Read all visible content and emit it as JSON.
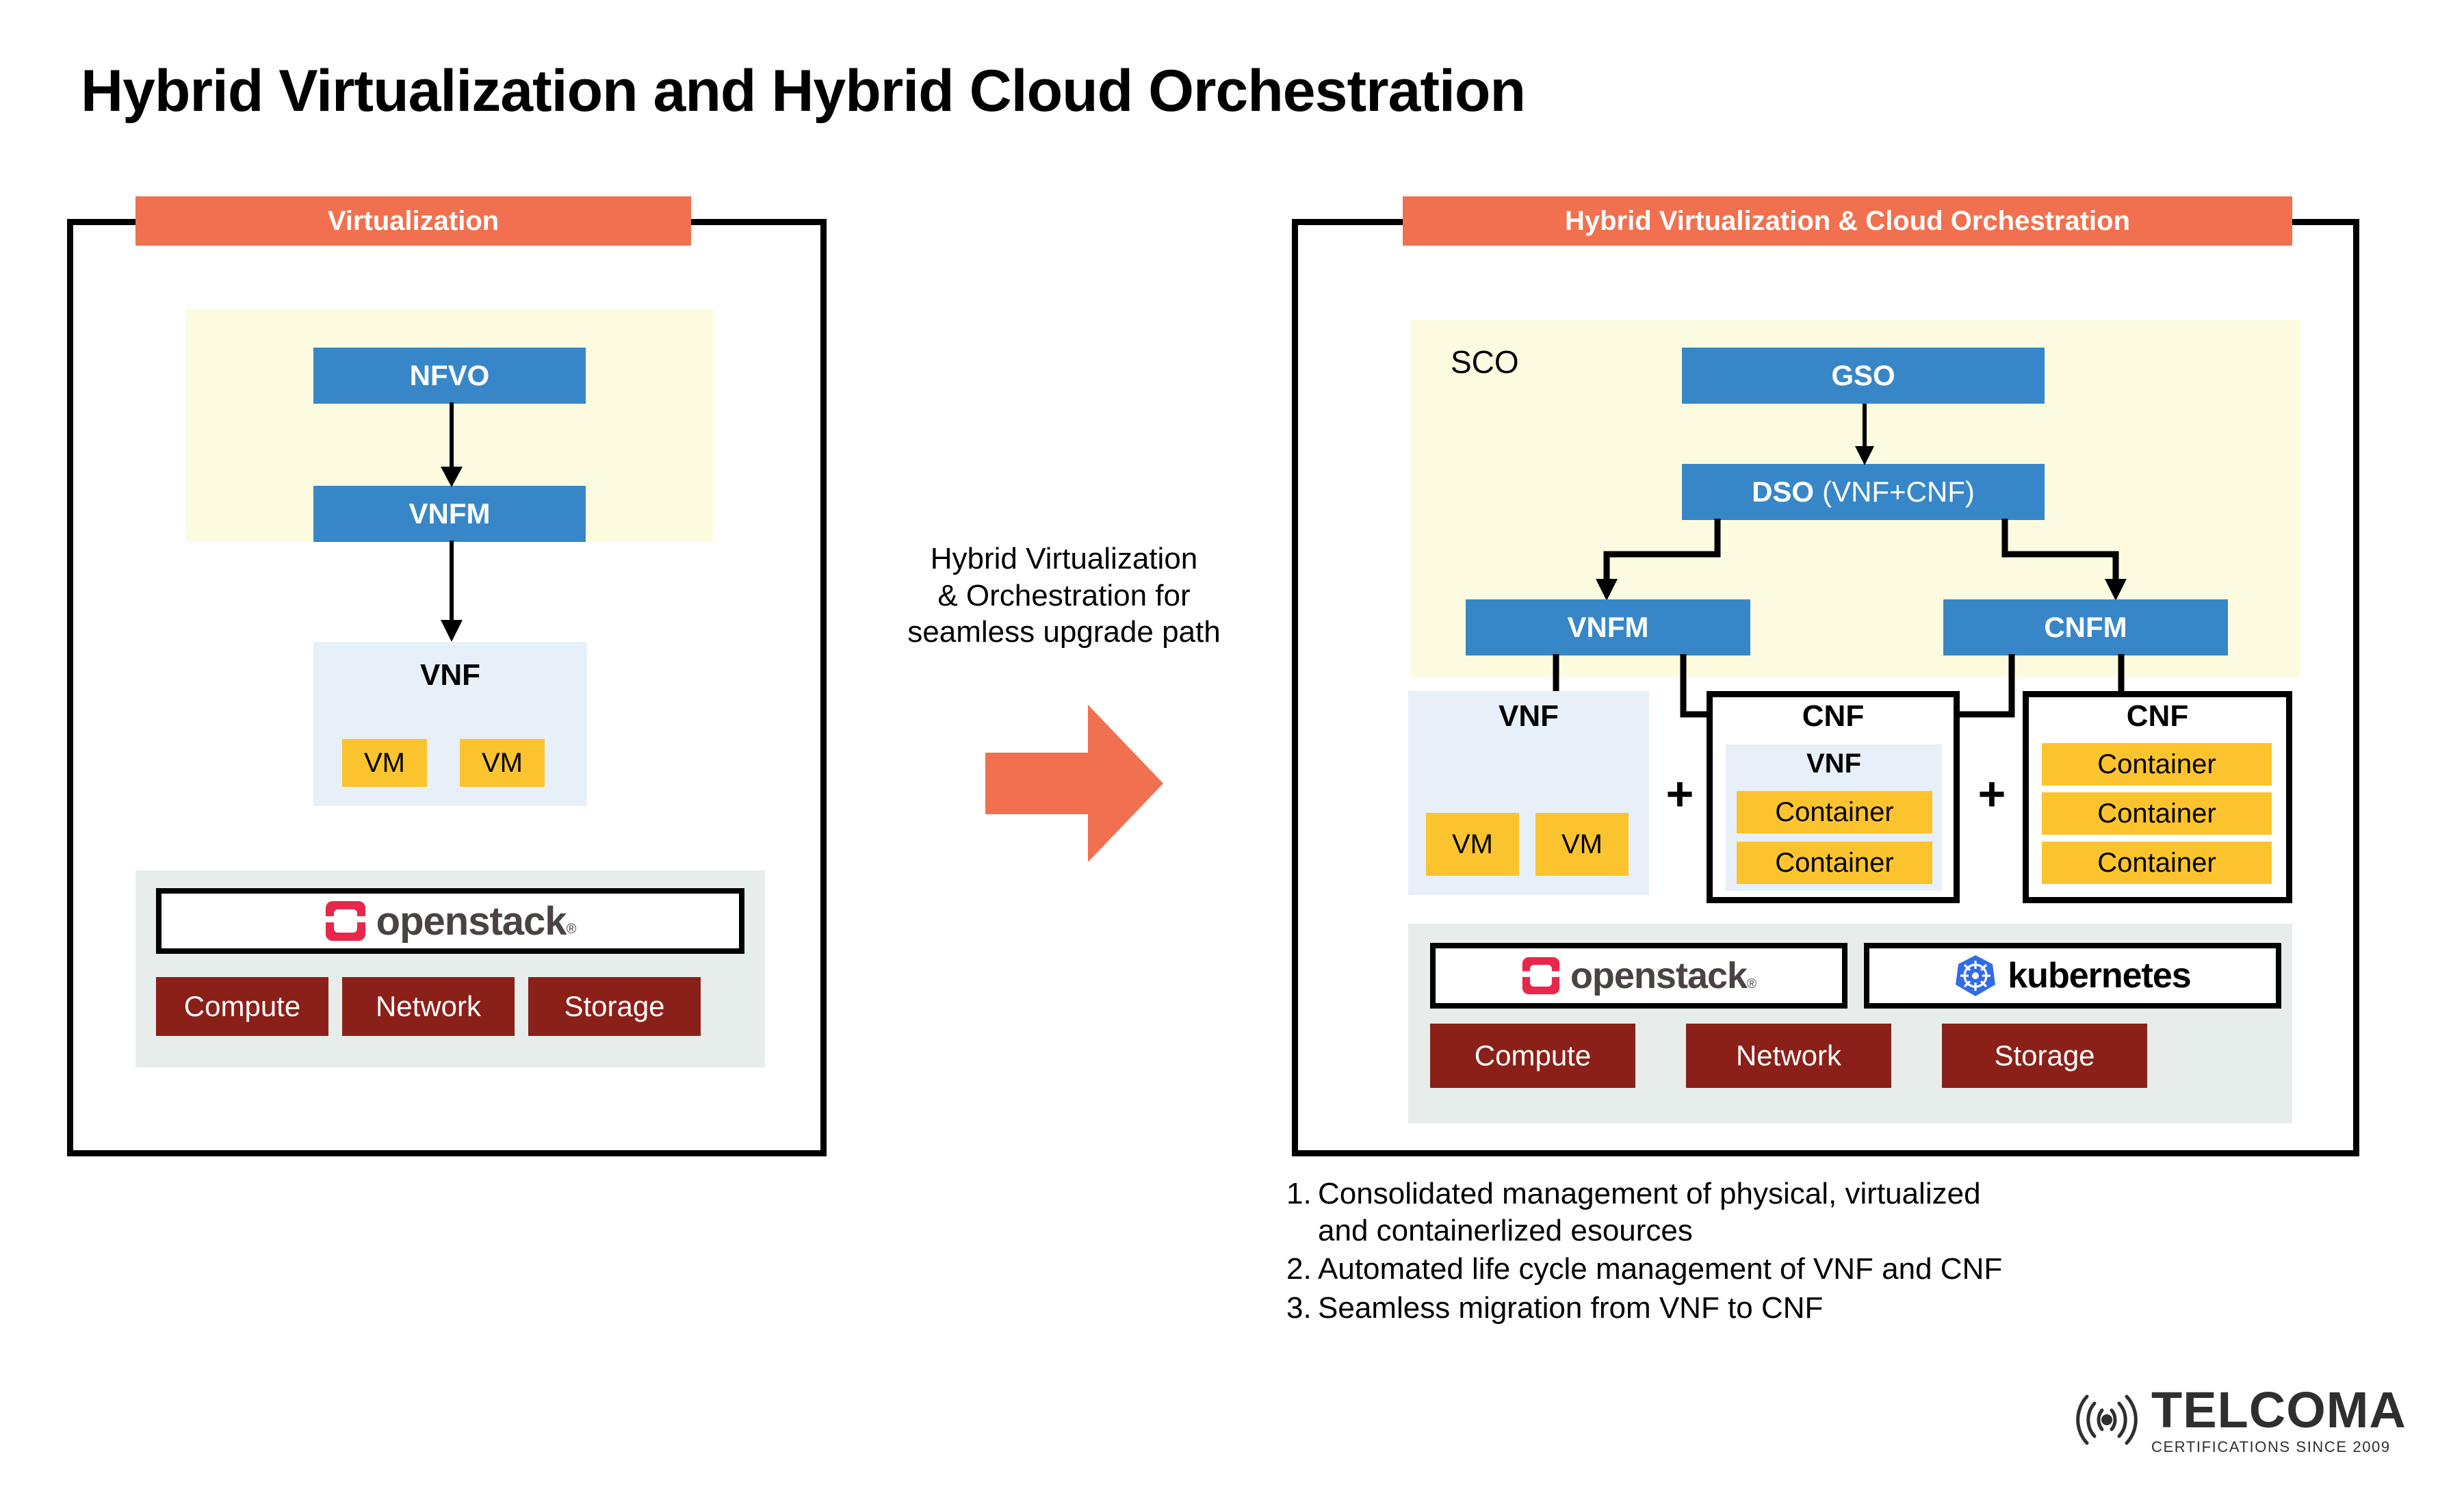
{
  "page_title": "Hybrid Virtualization and Hybrid Cloud Orchestration",
  "colors": {
    "header_orange": "#F1704F",
    "blue_box": "#3787C8",
    "yellow_zone": "#FCFBE0",
    "vm_yellow": "#FBC42E",
    "vnf_blue_tint": "#E7EFF8",
    "infra_zone": "#E6EDEA",
    "infra_chip_red": "#8B2019",
    "openstack_red": "#E8274B",
    "kubernetes_blue": "#326CE5",
    "border_black": "#000000"
  },
  "left_panel": {
    "header": "Virtualization",
    "orchestration": {
      "nfvo": "NFVO",
      "vnfm": "VNFM"
    },
    "vnf": {
      "label": "VNF",
      "vms": [
        "VM",
        "VM"
      ]
    },
    "infrastructure": {
      "platform_logo": "openstack",
      "platform_name": "openstack",
      "platform_mark": "®",
      "resources": [
        "Compute",
        "Network",
        "Storage"
      ]
    }
  },
  "middle": {
    "caption_lines": [
      "Hybrid Virtualization",
      "& Orchestration for",
      "seamless upgrade path"
    ],
    "arrow_icon": "right-arrow-icon"
  },
  "right_panel": {
    "header": "Hybrid Virtualization & Cloud Orchestration",
    "sco": {
      "label": "SCO",
      "gso": "GSO",
      "dso_bold": "DSO",
      "dso_paren": "(VNF+CNF)",
      "vnfm": "VNFM",
      "cnfm": "CNFM"
    },
    "workloads": [
      {
        "type": "vnf",
        "label": "VNF",
        "items": [
          "VM",
          "VM"
        ]
      },
      {
        "type": "cnf",
        "label": "CNF",
        "inner_label": "VNF",
        "items": [
          "Container",
          "Container"
        ]
      },
      {
        "type": "cnf",
        "label": "CNF",
        "items": [
          "Container",
          "Container",
          "Container"
        ]
      }
    ],
    "plus_signs": [
      "+",
      "+"
    ],
    "infrastructure": {
      "platforms": [
        {
          "logo": "openstack",
          "name": "openstack",
          "mark": "®"
        },
        {
          "logo": "kubernetes",
          "name": "kubernetes"
        }
      ],
      "resources": [
        "Compute",
        "Network",
        "Storage"
      ]
    }
  },
  "bullets": [
    {
      "num": "1.",
      "lines": [
        "Consolidated management of physical, virtualized",
        "and containerlized esources"
      ]
    },
    {
      "num": "2.",
      "lines": [
        "Automated life cycle management of VNF and CNF"
      ]
    },
    {
      "num": "3.",
      "lines": [
        "Seamless migration from VNF to CNF"
      ]
    }
  ],
  "brand": {
    "name": "TELCOMA",
    "tagline": "CERTIFICATIONS SINCE 2009",
    "icon": "signal-waves-icon"
  }
}
